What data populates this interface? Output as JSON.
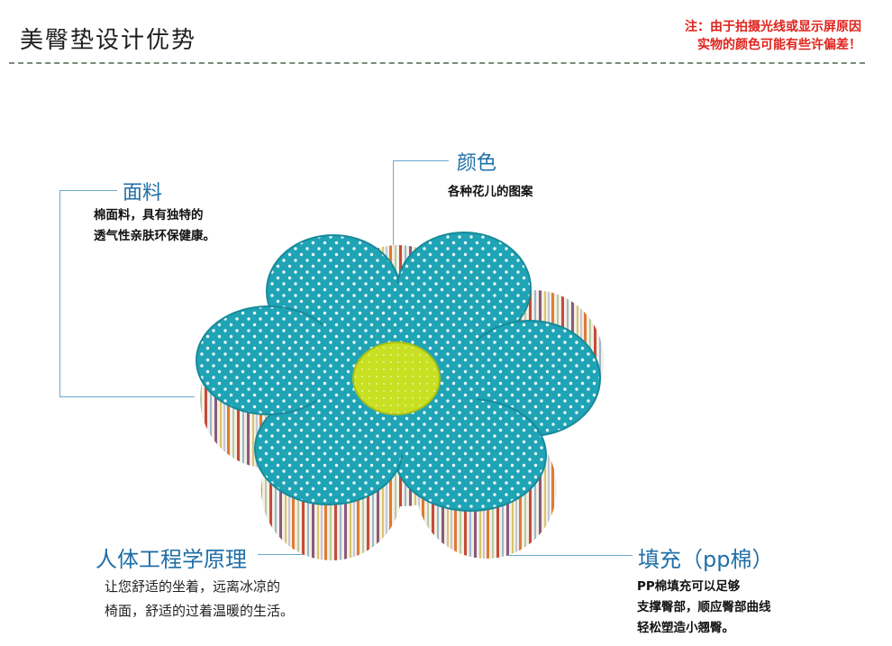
{
  "header": {
    "title": "美臀垫设计优势"
  },
  "note": {
    "line1": "注：由于拍摄光线或显示屏原因",
    "line2": "实物的颜色可能有些许偏差！"
  },
  "callouts": {
    "fabric": {
      "title": "面料",
      "lines": [
        "棉面料，具有独特的",
        "透气性亲肤环保健康。"
      ]
    },
    "color": {
      "title": "颜色",
      "lines": [
        "各种花儿的图案"
      ]
    },
    "ergonomics": {
      "title": "人体工程学原理",
      "lines": [
        "让您舒适的坐着，远离冰凉的",
        "椅面，舒适的过着温暖的生活。"
      ]
    },
    "filling": {
      "title": "填充（pp棉）",
      "lines": [
        "PP棉填充可以足够",
        "支撑臀部，顺应臀部曲线",
        "轻松塑造小翘臀。"
      ]
    }
  },
  "colors": {
    "accent": "#1f6fa7",
    "note": "#e0231c",
    "cushion": "#1fa7b8",
    "center": "#c8e021"
  }
}
